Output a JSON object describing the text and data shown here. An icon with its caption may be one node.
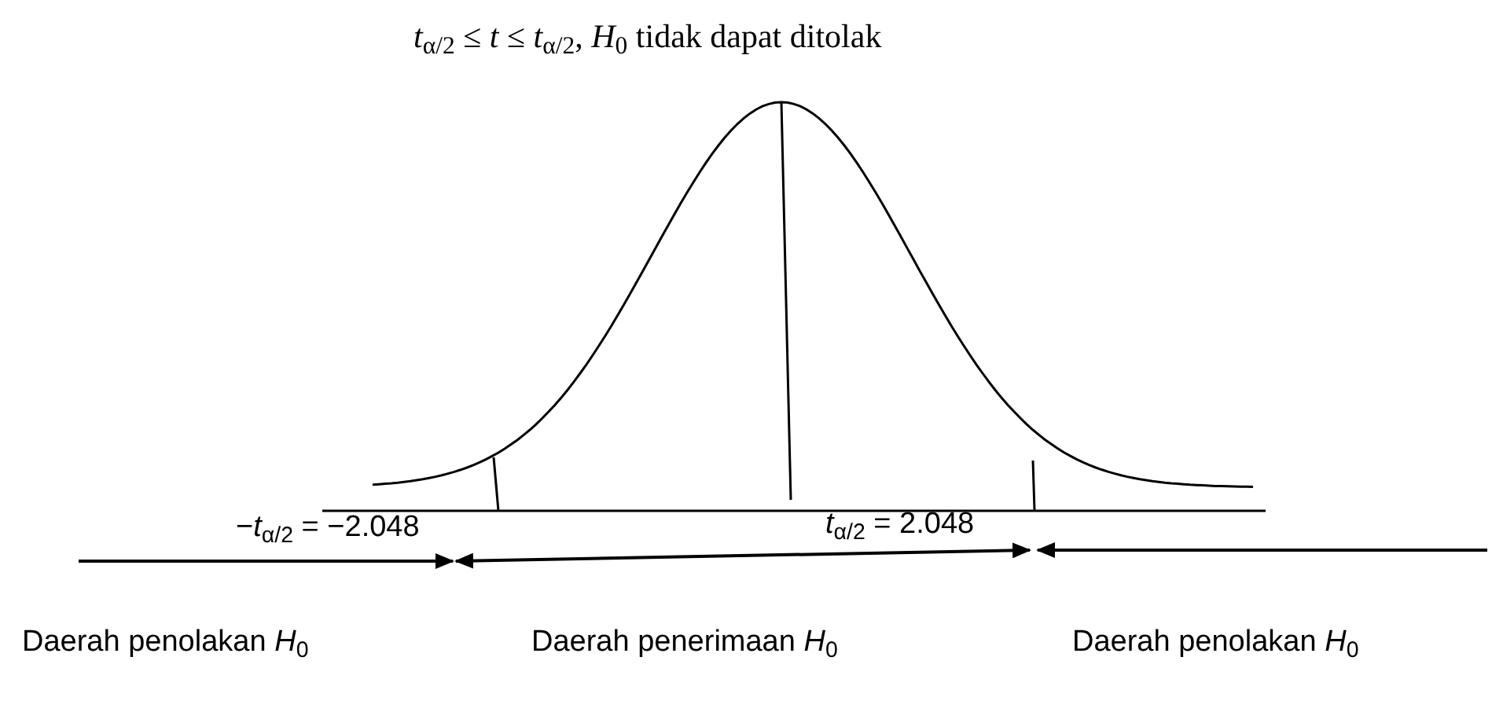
{
  "diagram": {
    "title": "*t*$_{α/2}$ ≤ *t* ≤ *t*$_{α/2}$, *H*$_{0}$ tidak dapat ditolak",
    "labels": [
      "−*t*$_{α/2}$ = −2.048",
      "*t*$_{α/2}$ = 2.048",
      "Daerah penolakan *H*$_{0}$",
      "Daerah penerimaan *H*$_{0}$",
      "Daerah penolakan *H*$_{0}$"
    ]
  }
}
